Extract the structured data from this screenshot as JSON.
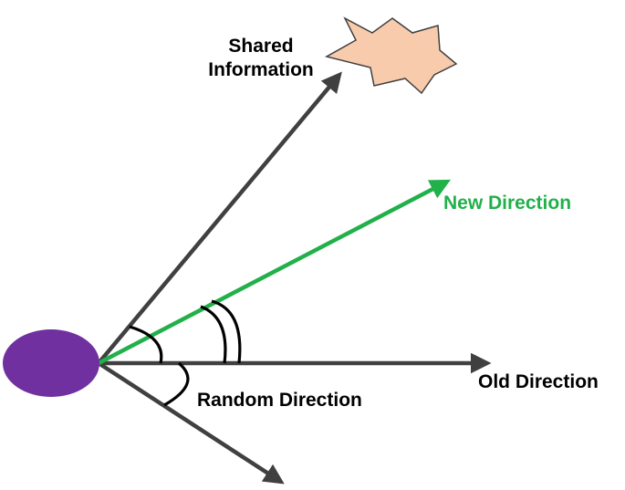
{
  "colors": {
    "arrow": "#404040",
    "new_direction": "#22b04b",
    "particle": "#7030a0",
    "star_fill": "#f8cbad",
    "star_stroke": "#404040",
    "text": "#000000"
  },
  "labels": {
    "shared_line1": "Shared",
    "shared_line2": "Information",
    "new_direction": "New Direction",
    "old_direction": "Old Direction",
    "random_direction": "Random Direction"
  },
  "icons": {
    "source": "particle-ellipse",
    "target": "star-shape"
  }
}
